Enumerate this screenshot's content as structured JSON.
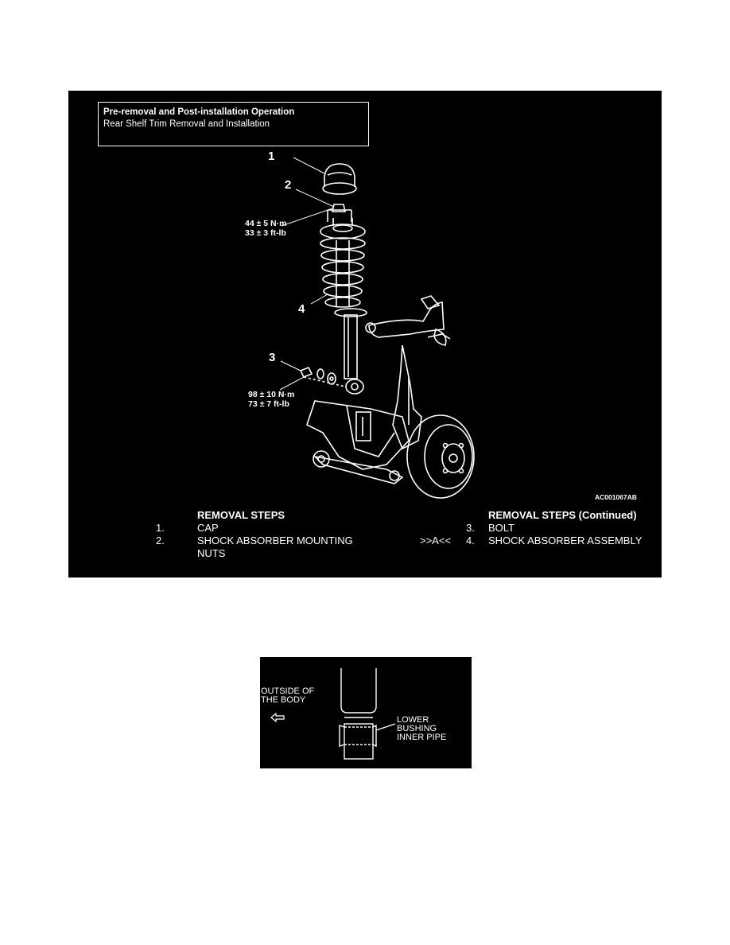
{
  "header": {
    "title": "Pre-removal and Post-installation Operation",
    "subtitle": "Rear Shelf Trim Removal and Installation"
  },
  "callouts": [
    "1",
    "2",
    "4",
    "3"
  ],
  "torque_upper": {
    "metric": "44 ± 5 N·m",
    "imperial": "33 ± 3 ft-lb"
  },
  "torque_lower": {
    "metric": "98 ± 10 N·m",
    "imperial": "73 ± 7 ft-lb"
  },
  "figure_code": "AC001067AB",
  "removal_steps": {
    "title": "REMOVAL STEPS",
    "items": [
      {
        "num": "1.",
        "label": "CAP"
      },
      {
        "num": "2.",
        "label": "SHOCK ABSORBER MOUNTING"
      },
      {
        "num": "",
        "label": "NUTS"
      }
    ]
  },
  "removal_steps_continued": {
    "title": "REMOVAL STEPS (Continued)",
    "items": [
      {
        "prefix": "",
        "num": "3.",
        "label": "BOLT"
      },
      {
        "prefix": ">>A<<",
        "num": "4.",
        "label": "SHOCK ABSORBER ASSEMBLY"
      }
    ]
  },
  "detail": {
    "outside_line1": "OUTSIDE OF",
    "outside_line2": "THE BODY",
    "arrow_icon": "left-arrow-icon",
    "bushing_line1": "LOWER",
    "bushing_line2": "BUSHING",
    "bushing_line3": "INNER PIPE"
  }
}
